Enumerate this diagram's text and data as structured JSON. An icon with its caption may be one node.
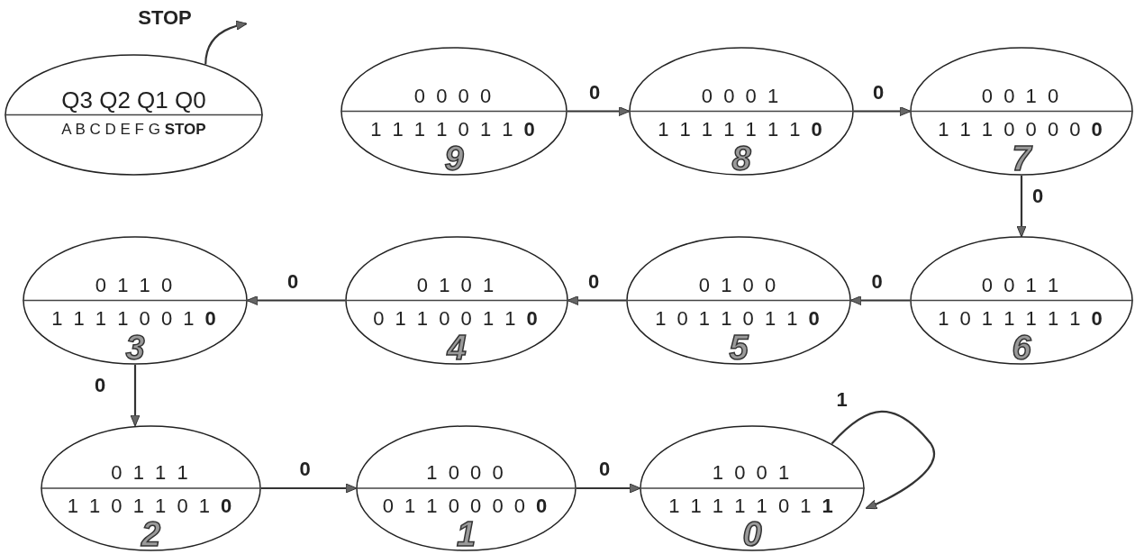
{
  "diagram": {
    "nodes": [
      {
        "text": [
          "Q3 Q2 Q1 Q0",
          "A B C D E F G **STOP**"
        ]
      },
      {
        "text": [
          "0 0 0 0",
          "1 1 1 1 0 1 1 **0**",
          "9"
        ]
      },
      {
        "text": [
          "0 0 0 1",
          "1 1 1 1 1 1 1 **0**",
          "8"
        ]
      },
      {
        "text": [
          "0 0 1 0",
          "1 1 1 0 0 0 0 **0**",
          "7"
        ]
      },
      {
        "text": [
          "0 1 1 0",
          "1 1 1 1 0 0 1 **0**",
          "3"
        ]
      },
      {
        "text": [
          "0 1 0 1",
          "0 1 1 0 0 1 1 **0**",
          "4"
        ]
      },
      {
        "text": [
          "0 1 0 0",
          "1 0 1 1 0 1 1 **0**",
          "5"
        ]
      },
      {
        "text": [
          "0 0 1 1",
          "1 0 1 1 1 1 1 **0**",
          "6"
        ]
      },
      {
        "text": [
          "0 1 1 1",
          "1 1 0 1 1 0 1 **0**",
          "2"
        ]
      },
      {
        "text": [
          "1 0 0 0",
          "0 1 1 0 0 0 0 **0**",
          "1"
        ]
      },
      {
        "text": [
          "1 0 0 1",
          "1 1 1 1 1 0 1 **1**",
          "0"
        ]
      }
    ],
    "edges": [
      {
        "from": 0,
        "to": null,
        "arrow": "to",
        "label": "STOP"
      },
      {
        "from": 1,
        "to": 2,
        "arrow": "to",
        "label": "0"
      },
      {
        "from": 2,
        "to": 3,
        "arrow": "to",
        "label": "0"
      },
      {
        "from": 3,
        "to": 7,
        "arrow": "to",
        "label": "0"
      },
      {
        "from": 7,
        "to": 6,
        "arrow": "to",
        "label": "0"
      },
      {
        "from": 6,
        "to": 5,
        "arrow": "to",
        "label": "0"
      },
      {
        "from": 5,
        "to": 4,
        "arrow": "to",
        "label": "0"
      },
      {
        "from": 4,
        "to": 8,
        "arrow": "to",
        "label": "0"
      },
      {
        "from": 8,
        "to": 9,
        "arrow": "to",
        "label": "0"
      },
      {
        "from": 9,
        "to": 10,
        "arrow": "to",
        "label": "0"
      },
      {
        "from": 10,
        "to": 10,
        "arrow": "to",
        "label": "1"
      }
    ]
  }
}
